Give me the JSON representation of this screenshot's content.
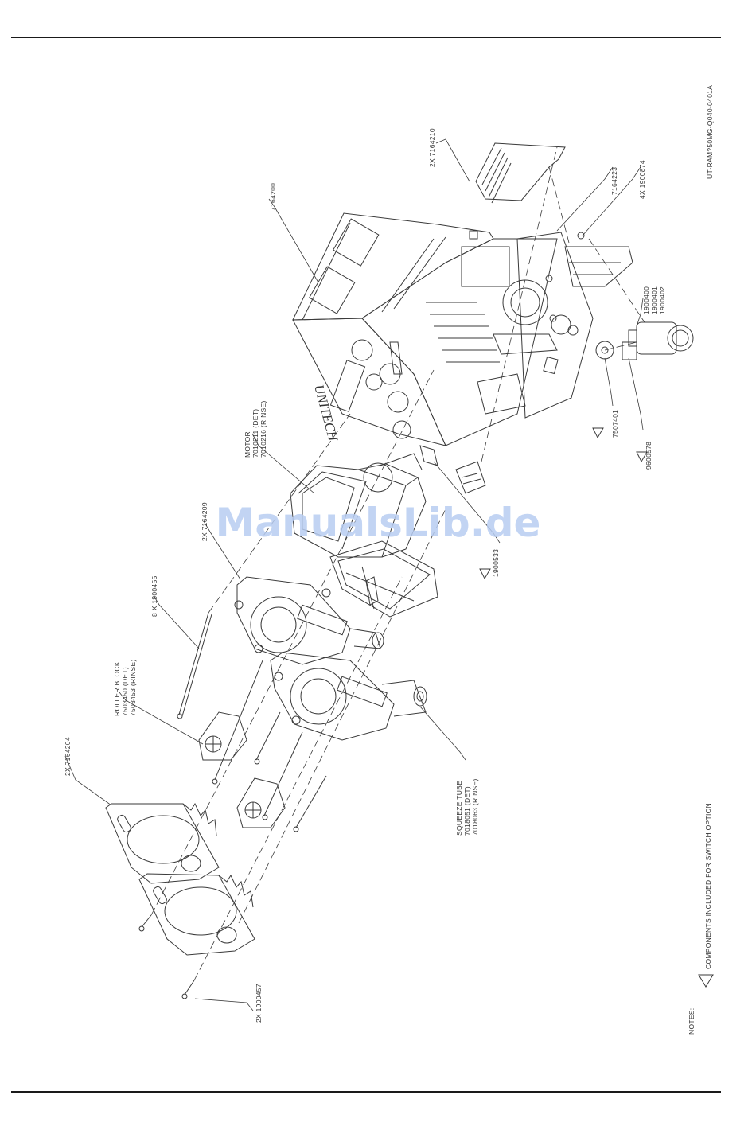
{
  "drawing_id": "UT-RAM?50MG-Q040-0401A",
  "watermark": "ManualsLib.de",
  "brand_on_housing": "UNITECH",
  "callouts": {
    "c1": [
      "2X 7164210"
    ],
    "c2": [
      "7164223"
    ],
    "c3": [
      "4X 1900874"
    ],
    "c4": [
      "7164200"
    ],
    "c5": [
      "1900400",
      "1900401",
      "1900402"
    ],
    "c6": [
      "7507401"
    ],
    "c7": [
      "9600578"
    ],
    "c8": [
      "MOTOR",
      "7010211 (DET)",
      "7010216 (RINSE)"
    ],
    "c9": [
      "2X 7164209"
    ],
    "c10": [
      "1900533"
    ],
    "c11": [
      "8 X 1900455"
    ],
    "c12": [
      "ROLLER BLOCK",
      "7503450 (DET)",
      "7503453 (RINSE)"
    ],
    "c13": [
      "2X 7164204"
    ],
    "c14": [
      "SQUEEZE TUBE",
      "7018051 (DET)",
      "7018063 (RINSE)"
    ],
    "c15": [
      "2X 1900457"
    ]
  },
  "notes": {
    "title": "NOTES:",
    "item": "COMPONENTS INCLUDED FOR SWITCH OPTION"
  },
  "colors": {
    "line": "#3a3a3a",
    "watermark": "#b8cdf2"
  }
}
